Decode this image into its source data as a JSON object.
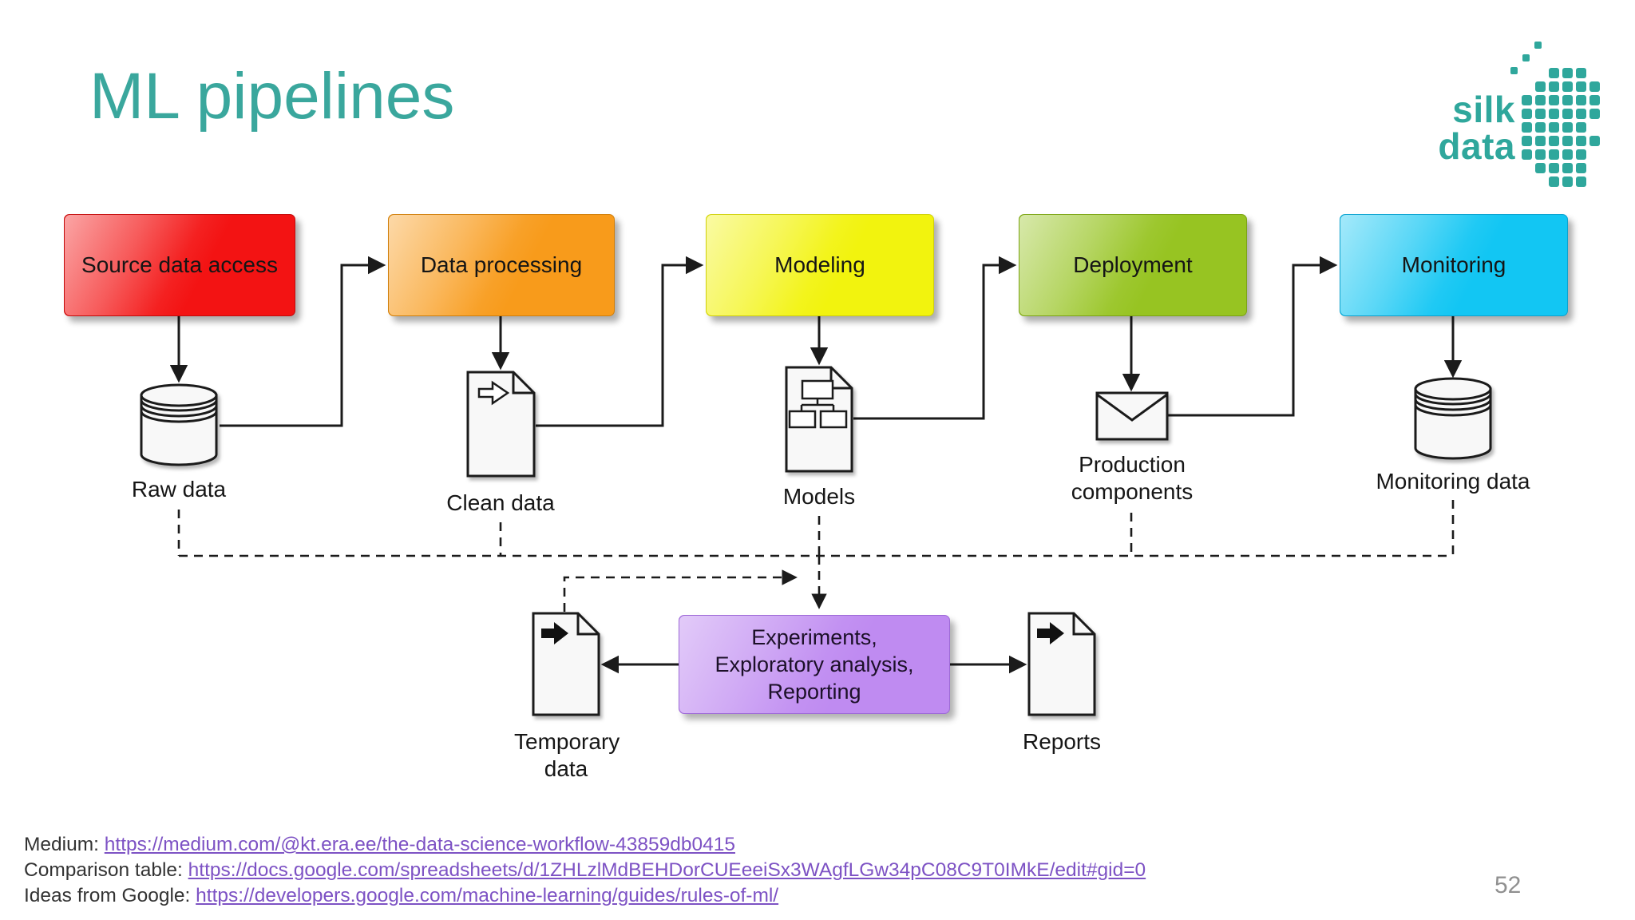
{
  "slide": {
    "title": "ML pipelines",
    "title_color": "#3aa79d",
    "background": "#ffffff",
    "page_number": "52"
  },
  "logo": {
    "word1": "silk",
    "word2": "data",
    "color": "#2fa79c"
  },
  "pipeline": {
    "stages": [
      {
        "label": "Source data access",
        "color": "#f31313"
      },
      {
        "label": "Data processing",
        "color": "#f89b1b"
      },
      {
        "label": "Modeling",
        "color": "#f2f30e"
      },
      {
        "label": "Deployment",
        "color": "#97c422"
      },
      {
        "label": "Monitoring",
        "color": "#12c6f3"
      }
    ],
    "artifacts": [
      {
        "label": "Raw data",
        "icon": "database-icon"
      },
      {
        "label": "Clean data",
        "icon": "document-outline-arrow-icon"
      },
      {
        "label": "Models",
        "icon": "document-hierarchy-icon"
      },
      {
        "label": "Production components",
        "icon": "envelope-icon"
      },
      {
        "label": "Monitoring data",
        "icon": "database-icon"
      }
    ],
    "hub": {
      "line1": "Experiments,",
      "line2": "Exploratory analysis,",
      "line3": "Reporting",
      "color": "#bf8bf1"
    },
    "side_artifacts": [
      {
        "label": "Temporary data",
        "icon": "document-solid-arrow-icon"
      },
      {
        "label": "Reports",
        "icon": "document-solid-arrow-icon"
      }
    ]
  },
  "footer": {
    "link_color": "#7d52c4",
    "links": [
      {
        "label": "Medium: ",
        "url": "https://medium.com/@kt.era.ee/the-data-science-workflow-43859db0415"
      },
      {
        "label": "Comparison table: ",
        "url": "https://docs.google.com/spreadsheets/d/1ZHLzlMdBEHDorCUEeeiSx3WAgfLGw34pC08C9T0IMkE/edit#gid=0"
      },
      {
        "label": "Ideas from Google: ",
        "url": "https://developers.google.com/machine-learning/guides/rules-of-ml/"
      }
    ]
  }
}
